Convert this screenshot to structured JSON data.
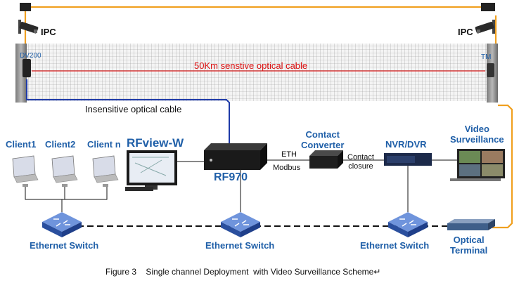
{
  "labels": {
    "ipc_left": "IPC",
    "ipc_right": "IPC",
    "dv200": "DV200",
    "tm": "TM",
    "sensitive_cable": "50Km senstive optical cable",
    "insensitive_cable": "Insensitive optical cable",
    "client1": "Client1",
    "client2": "Client2",
    "clientn": "Client n",
    "rfview": "RFview-W",
    "rf970": "RF970",
    "eth": "ETH",
    "modbus": "Modbus",
    "contact_converter": "Contact\nConverter",
    "contact_closure": "Contact\nclosure",
    "nvr": "NVR/DVR",
    "video_surveillance": "Video\nSurveillance",
    "switch_left": "Ethernet Switch",
    "switch_mid": "Ethernet Switch",
    "switch_right": "Ethernet Switch",
    "optical_terminal": "Optical\nTerminal",
    "caption": "Figure 3    Single channel Deployment  with Video Surveillance Scheme↵"
  },
  "colors": {
    "fiber_orange": "#f0a020",
    "insensitive_blue": "#1e3aa8",
    "sensitive_red": "#dd2222",
    "label_blue": "#1f5fa8",
    "switch_blue": "#2a4f9e"
  }
}
